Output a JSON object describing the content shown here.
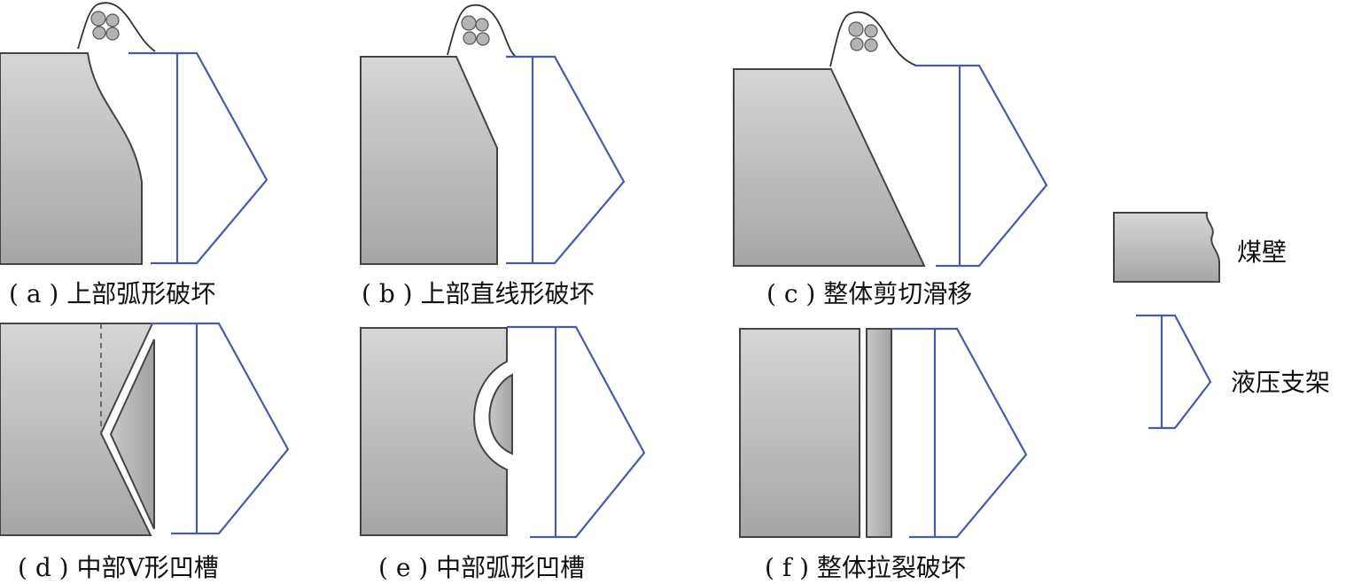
{
  "colors": {
    "support_line": "#4a5aa8",
    "coal_wall_fill_top": "#d6d6d6",
    "coal_wall_fill_bottom": "#a6a6a6",
    "outline": "#444444",
    "rock_fill": "#b4b4b4"
  },
  "panels": {
    "a": {
      "caption": "( a ) 上部弧形破坏"
    },
    "b": {
      "caption": "( b ) 上部直线形破坏"
    },
    "c": {
      "caption": "( c ) 整体剪切滑移"
    },
    "d": {
      "caption": "( d ) 中部V形凹槽"
    },
    "e": {
      "caption": "( e ) 中部弧形凹槽"
    },
    "f": {
      "caption": "( f ) 整体拉裂破坏"
    }
  },
  "legend": {
    "coal_wall_label": "煤壁",
    "support_label": "液压支架"
  }
}
